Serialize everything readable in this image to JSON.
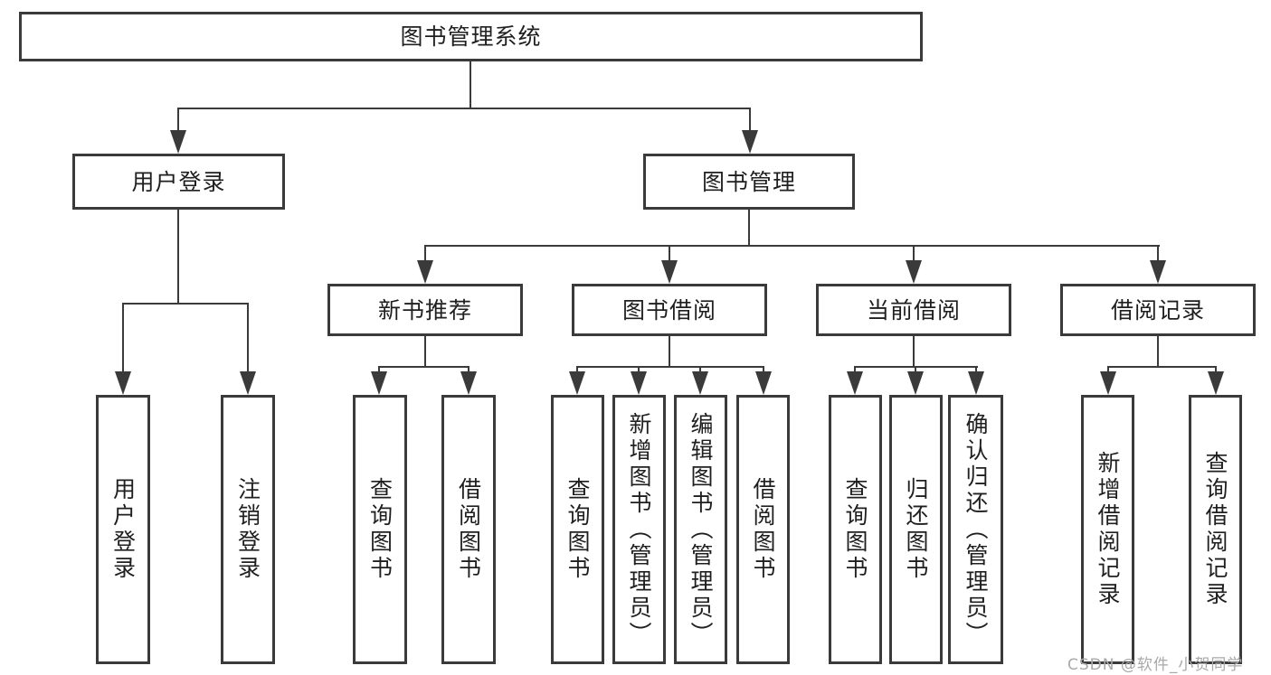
{
  "colors": {
    "line": "#3a3a3a",
    "text": "#1f1f1f",
    "background": "#ffffff",
    "watermark": "#a9a9a9"
  },
  "tree": {
    "label": "图书管理系统",
    "children": [
      {
        "label": "用户登录",
        "children": [
          {
            "label": "用户登录"
          },
          {
            "label": "注销登录"
          }
        ]
      },
      {
        "label": "图书管理",
        "children": [
          {
            "label": "新书推荐",
            "children": [
              {
                "label": "查询图书"
              },
              {
                "label": "借阅图书"
              }
            ]
          },
          {
            "label": "图书借阅",
            "children": [
              {
                "label": "查询图书"
              },
              {
                "label": "新增图书（管理员）"
              },
              {
                "label": "编辑图书（管理员）"
              },
              {
                "label": "借阅图书"
              }
            ]
          },
          {
            "label": "当前借阅",
            "children": [
              {
                "label": "查询图书"
              },
              {
                "label": "归还图书"
              },
              {
                "label": "确认归还（管理员）"
              }
            ]
          },
          {
            "label": "借阅记录",
            "children": [
              {
                "label": "新增借阅记录"
              },
              {
                "label": "查询借阅记录"
              }
            ]
          }
        ]
      }
    ]
  },
  "watermark": {
    "text": "CSDN @软件_小贺同学"
  }
}
